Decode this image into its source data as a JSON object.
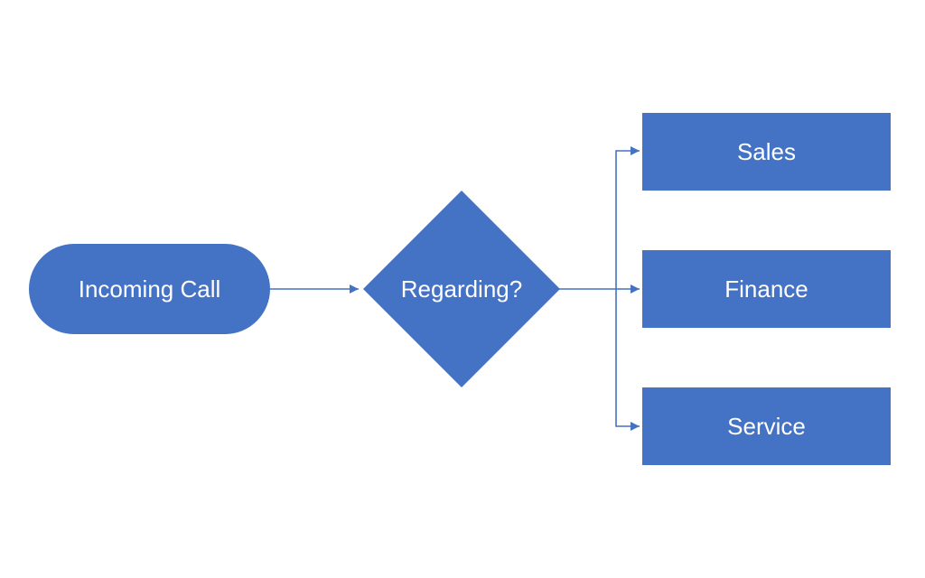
{
  "diagram": {
    "colors": {
      "node_fill": "#4472C4",
      "connector": "#4472C4",
      "label": "#FFFFFF",
      "background": "#FFFFFF"
    },
    "nodes": {
      "start": {
        "label": "Incoming Call",
        "shape": "terminator"
      },
      "decision": {
        "label": "Regarding?",
        "shape": "diamond"
      },
      "sales": {
        "label": "Sales",
        "shape": "process"
      },
      "finance": {
        "label": "Finance",
        "shape": "process"
      },
      "service": {
        "label": "Service",
        "shape": "process"
      }
    },
    "edges": [
      {
        "from": "start",
        "to": "decision"
      },
      {
        "from": "decision",
        "to": "sales"
      },
      {
        "from": "decision",
        "to": "finance"
      },
      {
        "from": "decision",
        "to": "service"
      }
    ]
  }
}
